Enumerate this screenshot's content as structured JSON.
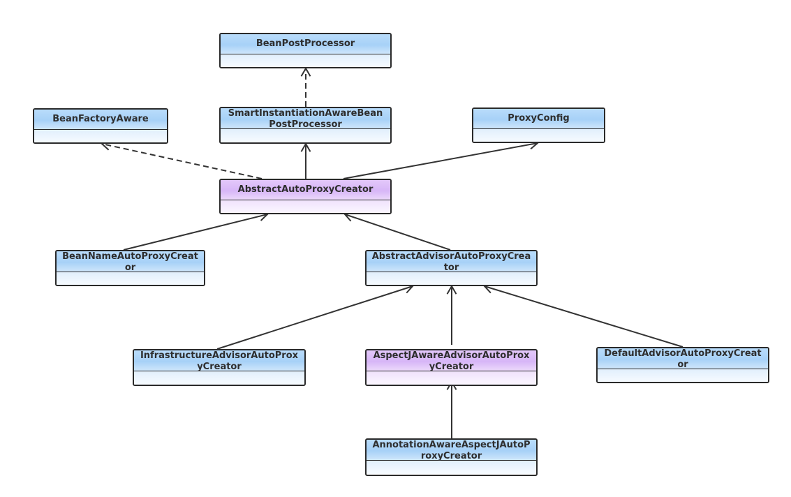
{
  "colors": {
    "interface_fill": "#a7d1f7",
    "highlight_fill": "#d7b6f7",
    "border": "#2a2a2a",
    "edge": "#333333"
  },
  "classes": [
    {
      "id": "bean-post-processor",
      "name": "BeanPostProcessor",
      "style": "blue"
    },
    {
      "id": "bean-factory-aware",
      "name": "BeanFactoryAware",
      "style": "blue"
    },
    {
      "id": "smart-instantiation-aware-bean-post-processor",
      "name": "SmartInstantiationAwareBeanPostProcessor",
      "style": "blue"
    },
    {
      "id": "proxy-config",
      "name": "ProxyConfig",
      "style": "blue"
    },
    {
      "id": "abstract-auto-proxy-creator",
      "name": "AbstractAutoProxyCreator",
      "style": "purple"
    },
    {
      "id": "bean-name-auto-proxy-creator",
      "name": "BeanNameAutoProxyCreator",
      "style": "blue"
    },
    {
      "id": "abstract-advisor-auto-proxy-creator",
      "name": "AbstractAdvisorAutoProxyCreator",
      "style": "blue"
    },
    {
      "id": "infrastructure-advisor-auto-proxy-creator",
      "name": "InfrastructureAdvisorAutoProxyCreator",
      "style": "blue"
    },
    {
      "id": "aspectj-aware-advisor-auto-proxy-creator",
      "name": "AspectJAwareAdvisorAutoProxyCreator",
      "style": "purple"
    },
    {
      "id": "default-advisor-auto-proxy-creator",
      "name": "DefaultAdvisorAutoProxyCreator",
      "style": "blue"
    },
    {
      "id": "annotation-aware-aspectj-auto-proxy-creator",
      "name": "AnnotationAwareAspectJAutoProxyCreator",
      "style": "blue"
    }
  ],
  "edges": [
    {
      "from": "smart-instantiation-aware-bean-post-processor",
      "to": "bean-post-processor",
      "kind": "implements"
    },
    {
      "from": "abstract-auto-proxy-creator",
      "to": "bean-factory-aware",
      "kind": "implements"
    },
    {
      "from": "abstract-auto-proxy-creator",
      "to": "smart-instantiation-aware-bean-post-processor",
      "kind": "extends"
    },
    {
      "from": "abstract-auto-proxy-creator",
      "to": "proxy-config",
      "kind": "extends"
    },
    {
      "from": "bean-name-auto-proxy-creator",
      "to": "abstract-auto-proxy-creator",
      "kind": "extends"
    },
    {
      "from": "abstract-advisor-auto-proxy-creator",
      "to": "abstract-auto-proxy-creator",
      "kind": "extends"
    },
    {
      "from": "infrastructure-advisor-auto-proxy-creator",
      "to": "abstract-advisor-auto-proxy-creator",
      "kind": "extends"
    },
    {
      "from": "aspectj-aware-advisor-auto-proxy-creator",
      "to": "abstract-advisor-auto-proxy-creator",
      "kind": "extends"
    },
    {
      "from": "default-advisor-auto-proxy-creator",
      "to": "abstract-advisor-auto-proxy-creator",
      "kind": "extends"
    },
    {
      "from": "annotation-aware-aspectj-auto-proxy-creator",
      "to": "aspectj-aware-advisor-auto-proxy-creator",
      "kind": "extends"
    }
  ]
}
